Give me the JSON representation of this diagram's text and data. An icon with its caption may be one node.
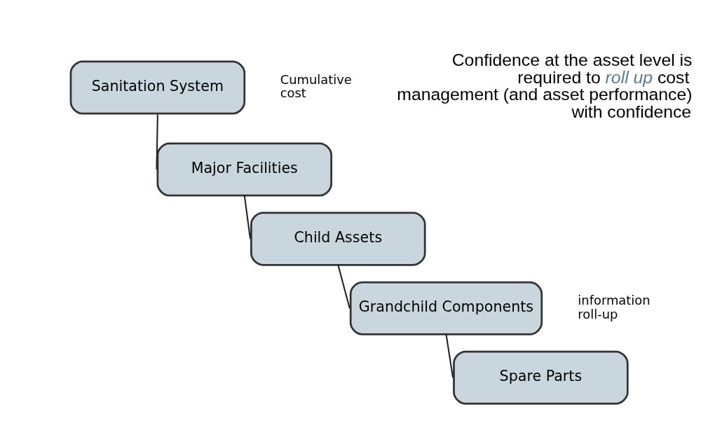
{
  "diagram": {
    "nodes": [
      {
        "text": [
          "Sanitation System"
        ]
      },
      {
        "text": [
          "Major Facilities"
        ]
      },
      {
        "text": [
          "Child Assets"
        ]
      },
      {
        "text": [
          "Grandchild Components"
        ]
      },
      {
        "text": [
          "Spare Parts"
        ]
      }
    ],
    "edges": [
      {
        "from": 0,
        "to": 1,
        "arrow": "none"
      },
      {
        "from": 1,
        "to": 2,
        "arrow": "none"
      },
      {
        "from": 2,
        "to": 3,
        "arrow": "none"
      },
      {
        "from": 3,
        "to": 4,
        "arrow": "none"
      }
    ],
    "labels": [
      "Confidence at the asset level is required to *roll up* cost management (and asset performance) with confidence",
      "Cumulative cost",
      "information roll-up"
    ]
  }
}
